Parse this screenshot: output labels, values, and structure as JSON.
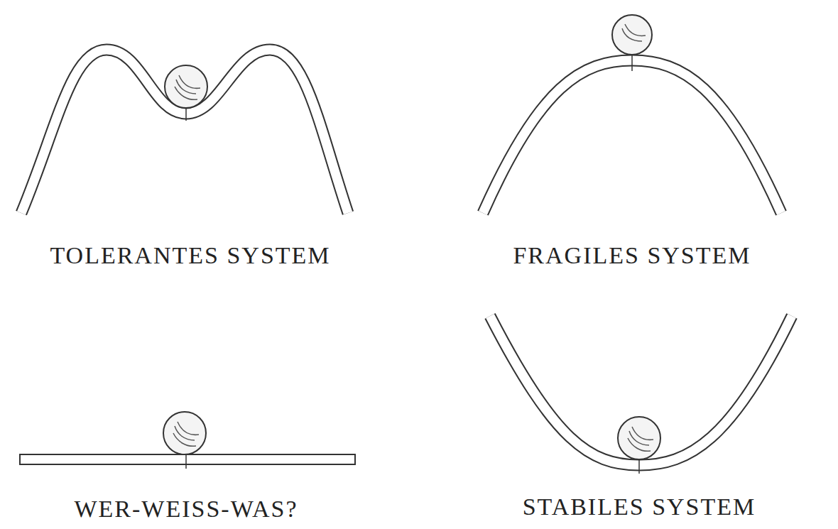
{
  "diagram": {
    "labels": [
      "TOLERANTES SYSTEM",
      "FRAGILES SYSTEM",
      "WER-WEISS-WAS?",
      "STABILES SYSTEM"
    ]
  }
}
